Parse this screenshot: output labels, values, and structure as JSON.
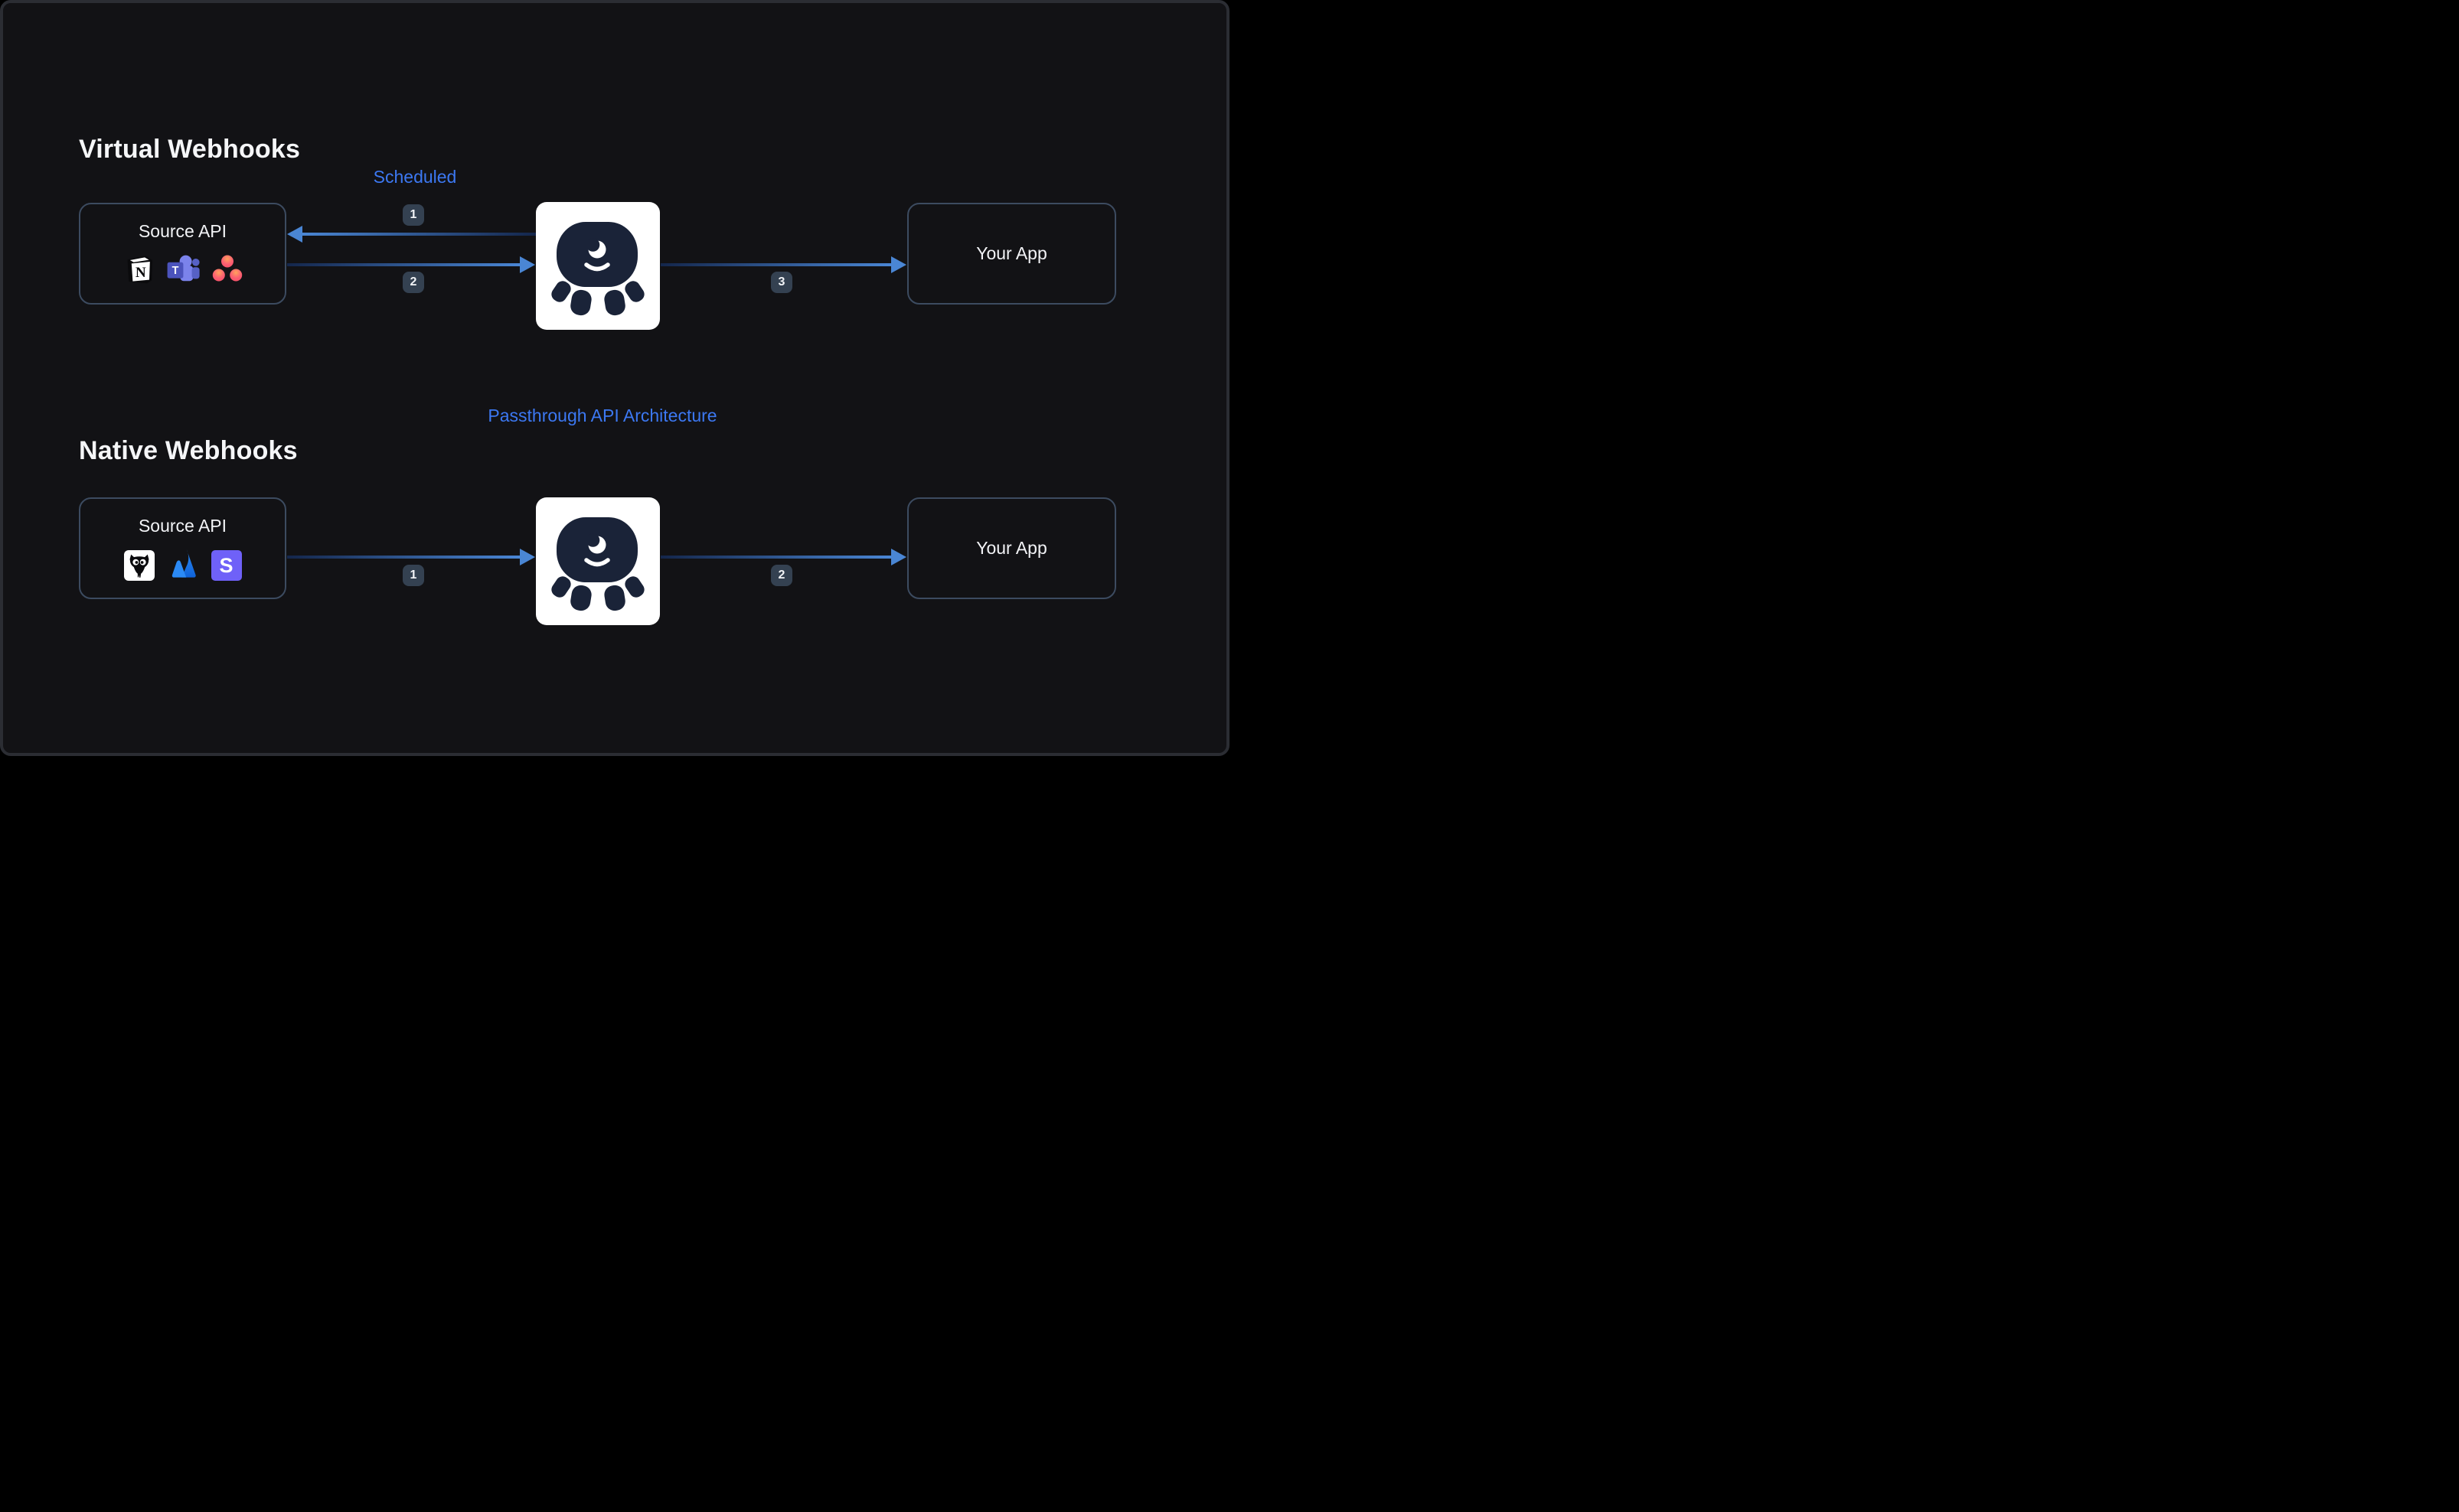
{
  "colors": {
    "background": "#121215",
    "frame_border": "#2B2D33",
    "box_border": "#3C4B60",
    "heading": "#F5F6F8",
    "accent_blue": "#3C78F2",
    "arrow_light": "#4A86D4",
    "arrow_dark": "#14264B",
    "badge_bg": "#344151",
    "badge_text": "#F2F4F7",
    "mascot_navy": "#1A2338",
    "card_white": "#FFFFFF",
    "teams_purple": "#4B53BC",
    "atlassian_blue": "#1868DB",
    "stripe_indigo": "#6F61F8",
    "asana_coral": "#FA5C77"
  },
  "virtual": {
    "title": "Virtual Webhooks",
    "flow_label": "Scheduled",
    "source_box": {
      "label": "Source API",
      "icons": [
        "Notion",
        "Microsoft Teams",
        "Asana"
      ]
    },
    "app_box": {
      "label": "Your App"
    },
    "badges": [
      "1",
      "2",
      "3"
    ]
  },
  "native": {
    "title": "Native Webhooks",
    "flow_label": "Passthrough API Architecture",
    "source_box": {
      "label": "Source API",
      "icons": [
        "Hootsuite",
        "Atlassian",
        "Stripe"
      ]
    },
    "app_box": {
      "label": "Your App"
    },
    "badges": [
      "1",
      "2"
    ]
  },
  "icon_letters": {
    "notion": "N",
    "teams": "T",
    "stripe": "S"
  }
}
